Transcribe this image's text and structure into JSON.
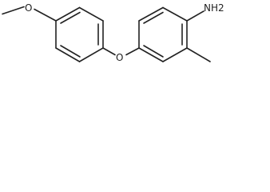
{
  "molecule": {
    "atoms": {
      "methoxy_oxygen": "O",
      "ether_oxygen": "O",
      "amine": "NH2"
    },
    "colors": {
      "ink": "#222222",
      "background": "#ffffff"
    }
  }
}
